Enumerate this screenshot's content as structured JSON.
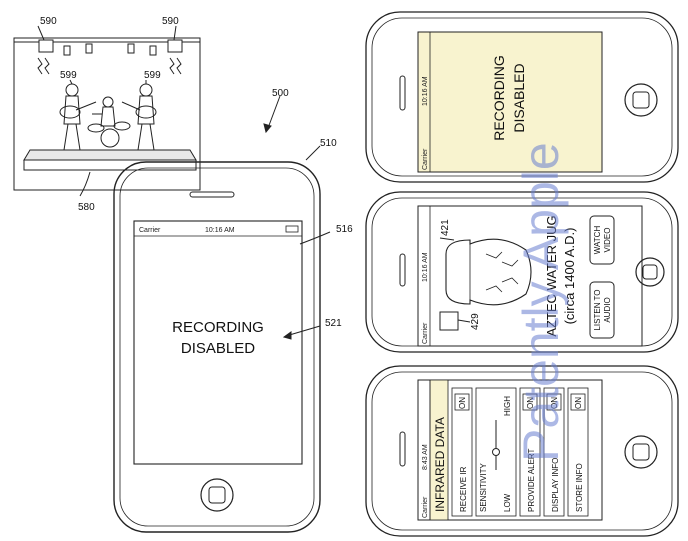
{
  "refs": {
    "light_left": "590",
    "light_right": "590",
    "performer_left": "599",
    "performer_right": "599",
    "figure": "500",
    "stage": "580",
    "device": "510",
    "screen": "516",
    "message": "521",
    "jug": "421",
    "jug_thumb": "429"
  },
  "main_phone": {
    "carrier": "Carrier",
    "time": "10:16 AM",
    "message_line1": "RECORDING",
    "message_line2": "DISABLED"
  },
  "phone_top": {
    "carrier": "Carrier",
    "time": "10:16 AM",
    "message_line1": "RECORDING",
    "message_line2": "DISABLED",
    "screen_color": "#f8f3cf"
  },
  "phone_mid": {
    "carrier": "Carrier",
    "time": "10:16 AM",
    "title_line1": "AZTEC WATER JUG",
    "title_line2": "(circa 1400 A.D.)",
    "button_listen_line1": "LISTEN TO",
    "button_listen_line2": "AUDIO",
    "button_watch_line1": "WATCH",
    "button_watch_line2": "VIDEO"
  },
  "phone_bot": {
    "carrier": "Carrier",
    "time": "8:43 AM",
    "title": "INFRARED DATA",
    "receive_ir": "RECEIVE IR",
    "sensitivity": "SENSITIVITY",
    "low": "LOW",
    "high": "HIGH",
    "provide_alert": "PROVIDE ALERT",
    "display_info": "DISPLAY INFO",
    "store_info": "STORE INFO",
    "toggle": "ON",
    "header_color": "#f8f3cf"
  },
  "watermark": "Patently Apple",
  "colors": {
    "line": "#222222",
    "watermark": "#6a7fd0"
  }
}
